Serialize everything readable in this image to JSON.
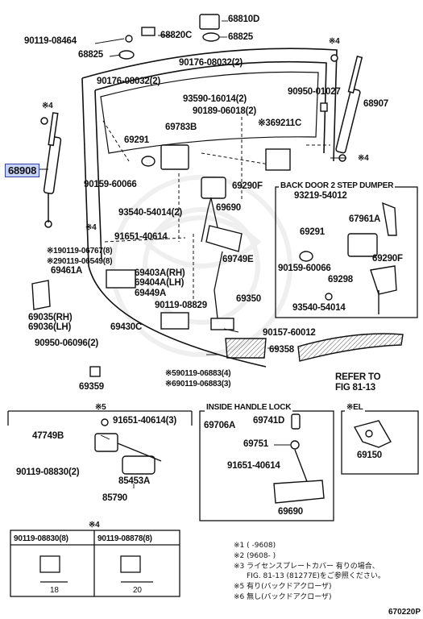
{
  "labels": {
    "p68810D": "68810D",
    "p90119_08464": "90119-08464",
    "p68820C": "68820C",
    "p68825a": "68825",
    "p68825b": "68825",
    "p90176_08032a": "90176-08032(2)",
    "p90176_08032b": "90176-08032(2)",
    "mark4_tr": "※4",
    "p90950_01027": "90950-01027",
    "p68907": "68907",
    "mark4_tl": "※4",
    "p93590_16014": "93590-16014(2)",
    "p90189_06018": "90189-06018(2)",
    "p69211C": "※369211C",
    "p69783B": "69783B",
    "p69291a": "69291",
    "p68908": "68908",
    "p90159_60066a": "90159-60066",
    "mark4_r": "※4",
    "p69290F_a": "69290F",
    "mark4_l": "※4",
    "p69690a": "69690",
    "p93540_54014a": "93540-54014(2)",
    "p91651_40614a": "91651-40614",
    "p90119_06767": "※190119-06767(8)",
    "p90119_06549": "※290119-06549(8)",
    "p69749E": "69749E",
    "p69461A": "69461A",
    "p69403A": "69403A(RH)",
    "p69404A": "69404A(LH)",
    "p69449A": "69449A",
    "p90119_08829": "90119-08829",
    "p69350": "69350",
    "p69035": "69035(RH)",
    "p69036": "69036(LH)",
    "p69430C": "69430C",
    "p90157_60012": "90157-60012",
    "p90950_06096": "90950-06096(2)",
    "p69358": "69358",
    "p90119_06883a": "※590119-06883(4)",
    "p90119_06883b": "※690119-06883(3)",
    "p69359": "69359",
    "refer": "REFER TO",
    "fig": "FIG 81-13",
    "back_door_title": "BACK DOOR 2 STEP DUMPER",
    "p93219_54012": "93219-54012",
    "p67961A": "67961A",
    "p69291b": "69291",
    "p90159_60066b": "90159-60066",
    "p69290F_b": "69290F",
    "p69298": "69298",
    "p93540_54014b": "93540-54014",
    "mark5": "※5",
    "p91651_40614b": "91651-40614(3)",
    "p47749B": "47749B",
    "p90119_08830": "90119-08830(2)",
    "p85453A": "85453A",
    "p85790": "85790",
    "inside_title": "INSIDE HANDLE LOCK",
    "p69706A": "69706A",
    "p69741D": "69741D",
    "p69751": "69751",
    "p91651_40614c": "91651-40614",
    "p69690b": "69690",
    "el_title": "※EL",
    "p69150": "69150",
    "mark4_b": "※4",
    "t_part1": "90119-08830(8)",
    "t_part2": "90119-08878(8)",
    "t_dim1": "18",
    "t_dim2": "20"
  },
  "notes": [
    "※1 (    -9608)",
    "※2 (9608-    )",
    "※3 ライセンスプレートカバー 有りの場合、",
    "FIG. 81-13 (81277E)をご参照ください。",
    "※5 有り(バックドアクローザ)",
    "※6 無し(バックドアクローザ)"
  ],
  "figure_code": "670220P"
}
